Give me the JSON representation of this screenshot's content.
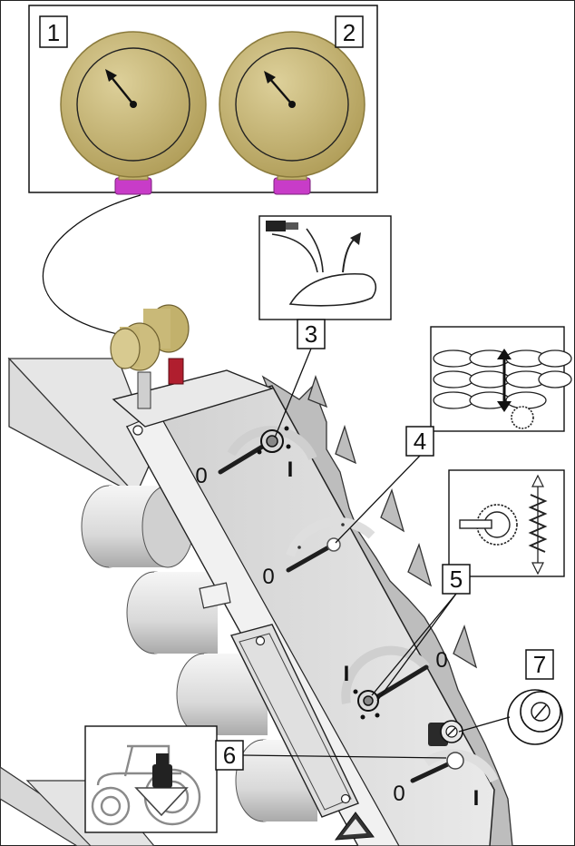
{
  "callouts": {
    "c1": "1",
    "c2": "2",
    "c3": "3",
    "c4": "4",
    "c5": "5",
    "c6": "6",
    "c7": "7"
  },
  "lever_labels": {
    "off": "0",
    "on": "I"
  },
  "colors": {
    "gauge_face": "#c9b978",
    "gauge_rim": "#b6a462",
    "fitting": "#c83cc8",
    "frame": "#e2e2e2",
    "frame_dark": "#b9b9b9",
    "outline": "#1a1a1a",
    "handle": "#1e1e1e",
    "hose_red": "#b01e2e"
  },
  "icons": {
    "pressure_gauge": "pressure-gauge-icon",
    "lift_arm": "lift-arm-icon",
    "scale_pattern": "scale-pattern-icon",
    "spring_adjust": "spring-adjust-icon",
    "tractor_weight": "tractor-weight-icon",
    "valve_cap": "valve-cap-icon"
  }
}
